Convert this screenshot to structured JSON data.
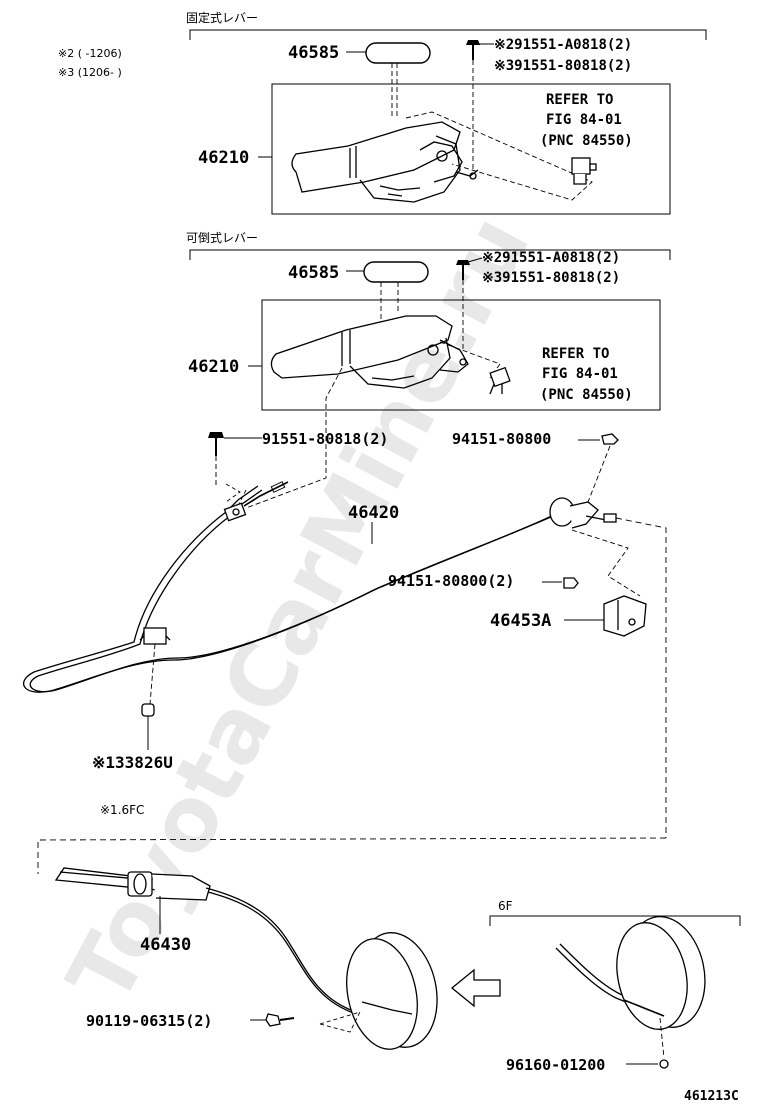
{
  "watermark": "ToyotaCarMine.ru",
  "footnotes": {
    "note2": "※2 (    -1206)",
    "note3": "※3 (1206-    )",
    "note_16fc": "※1.6FC"
  },
  "sections": {
    "fixed_lever": "固定式レバー",
    "tilt_lever": "可倒式レバー",
    "variant_6f": "6F"
  },
  "labels": {
    "p46585_a": "46585",
    "p46585_b": "46585",
    "p46210_a": "46210",
    "p46210_b": "46210",
    "bolt_a2": "※291551-A0818(2)",
    "bolt_a3": "※391551-80818(2)",
    "bolt_b2": "※291551-A0818(2)",
    "bolt_b3": "※391551-80818(2)",
    "refer_a_1": "REFER TO",
    "refer_a_2": "FIG 84-01",
    "refer_a_3": "(PNC 84550)",
    "refer_b_1": "REFER TO",
    "refer_b_2": "FIG 84-01",
    "refer_b_3": "(PNC 84550)",
    "p91551_80818": "91551-80818(2)",
    "p94151_80800": "94151-80800",
    "p46420": "46420",
    "p94151_80800_2": "94151-80800(2)",
    "p46453A": "46453A",
    "p133826U": "※133826U",
    "p46430": "46430",
    "p90119_06315": "90119-06315(2)",
    "p96160_01200": "96160-01200",
    "fig_number": "461213C"
  },
  "colors": {
    "line": "#000000",
    "watermark": "#e6e6e6"
  }
}
